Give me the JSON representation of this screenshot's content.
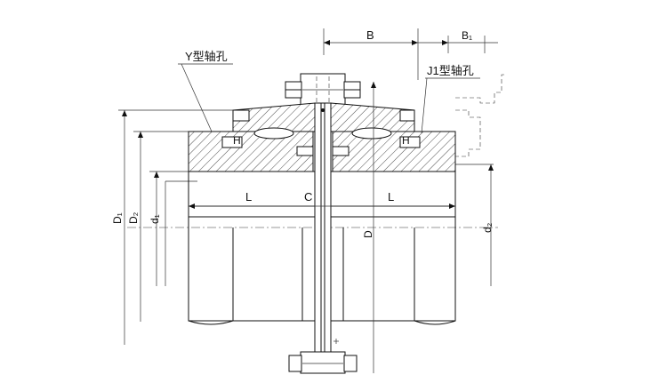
{
  "diagram": {
    "labels": {
      "y_bore": "Y型轴孔",
      "j1_bore": "J1型轴孔",
      "dim_B": "B",
      "dim_B1": "B₁",
      "dim_D1": "D₁",
      "dim_D2": "D₂",
      "dim_d1": "d₁",
      "dim_d2": "d₂",
      "dim_D": "D",
      "dim_L_left": "L",
      "dim_C": "C",
      "dim_L_right": "L",
      "dim_H_left": "H",
      "dim_H_right": "H"
    }
  }
}
